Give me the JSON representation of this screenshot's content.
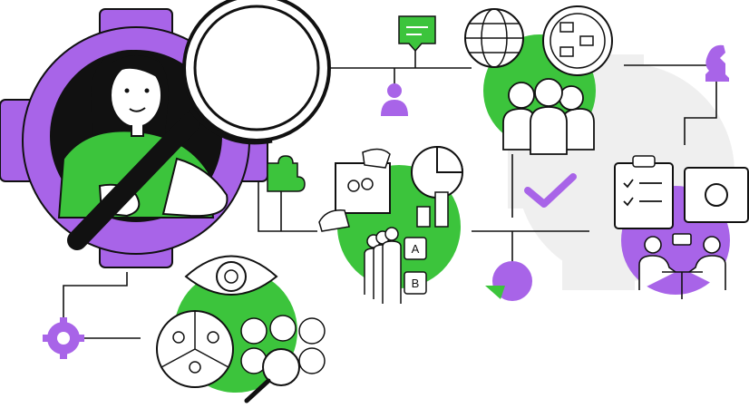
{
  "colors": {
    "purple": "#A864E8",
    "green": "#3CC43C",
    "black": "#111111",
    "grey": "#EFEFEF",
    "white": "#FFFFFF"
  },
  "icons": [
    "gear-icon",
    "magnifier-icon",
    "person-avatar",
    "chat-bubble-icon",
    "user-icon",
    "puzzle-piece-icon",
    "globe-icon",
    "compass-icon",
    "team-people-icon",
    "chess-knight-icon",
    "photo-frame-icon",
    "pie-chart-icon",
    "bar-chart-icon",
    "queue-people-icon",
    "checkmark-icon",
    "clipboard-checklist-icon",
    "meeting-people-icon",
    "eye-icon",
    "audience-segment-icon",
    "emoji-faces-icon"
  ],
  "labels": {
    "option_a": "A",
    "option_b": "B"
  }
}
